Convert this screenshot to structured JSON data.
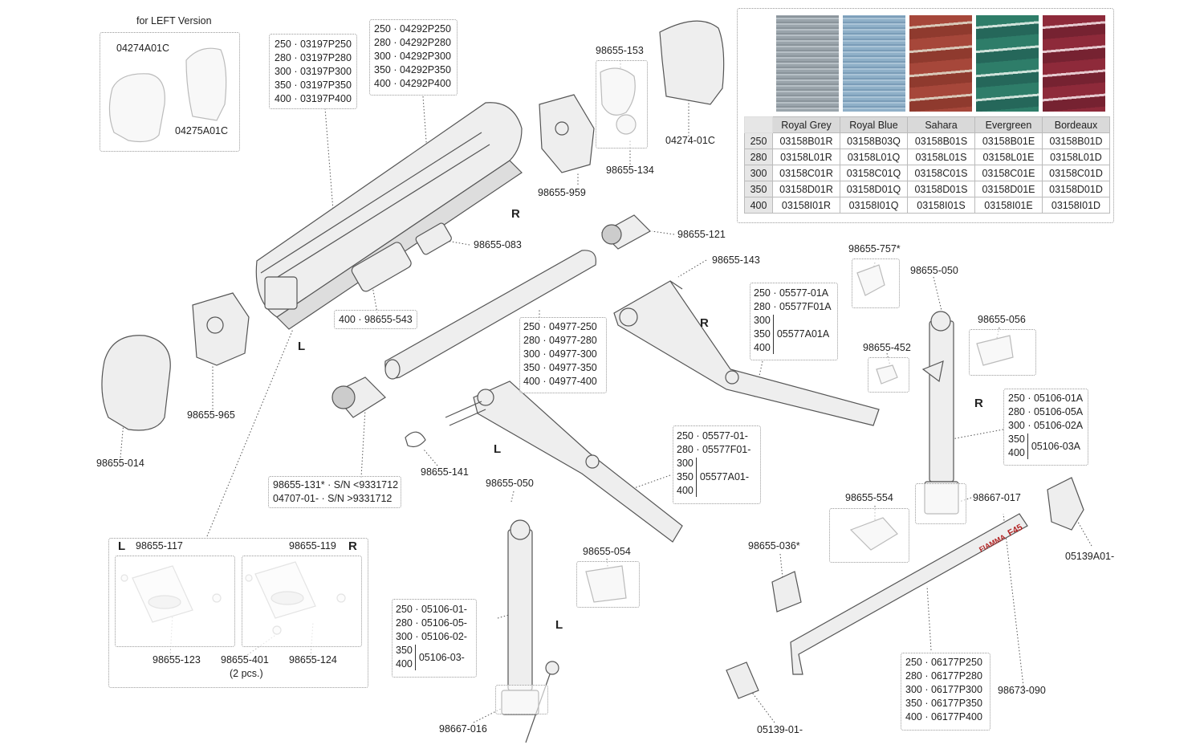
{
  "colors": {
    "royal_grey": "#9aa4ab",
    "royal_blue": "#8fb0c8",
    "sahara": "#a6473a",
    "evergreen": "#2e7d69",
    "bordeaux": "#8e2a3a",
    "part_fill": "#eeeeee",
    "part_stroke": "#555555"
  },
  "left_version": {
    "title": "for LEFT Version",
    "part_a": "04274A01C",
    "part_b": "04275A01C"
  },
  "case_codes": [
    "250 · 03197P250",
    "280 · 03197P280",
    "300 · 03197P300",
    "350 · 03197P350",
    "400 · 03197P400"
  ],
  "front_codes": [
    "250 · 04292P250",
    "280 · 04292P280",
    "300 · 04292P300",
    "350 · 04292P350",
    "400 · 04292P400"
  ],
  "tube_codes": [
    "250 · 04977-250",
    "280 · 04977-280",
    "300 · 04977-300",
    "350 · 04977-350",
    "400 · 04977-400"
  ],
  "parts": {
    "p153": "98655-153",
    "p134": "98655-134",
    "p959": "98655-959",
    "p04274": "04274-01C",
    "p083": "98655-083",
    "p121": "98655-121",
    "p143": "98655-143",
    "p543": "400 · 98655-543",
    "p965": "98655-965",
    "p014": "98655-014",
    "p141": "98655-141",
    "p131a": "98655-131* · S/N <9331712",
    "p131b": "04707-01- · S/N >9331712",
    "p757": "98655-757*",
    "p050r": "98655-050",
    "p056": "98655-056",
    "p452": "98655-452",
    "p050l": "98655-050",
    "p054": "98655-054",
    "p554": "98655-554",
    "p017": "98667-017",
    "p036": "98655-036*",
    "p05139a": "05139A01-",
    "p016": "98667-016",
    "p05139": "05139-01-",
    "p090": "98673-090",
    "p117": "98655-117",
    "p119": "98655-119",
    "p123": "98655-123",
    "p401": "98655-401",
    "p401note": "(2 pcs.)",
    "p124": "98655-124"
  },
  "arm_r": {
    "lines": [
      "250 · 05577-01A",
      "280 · 05577F01A"
    ],
    "group_sizes": [
      "300",
      "350",
      "400"
    ],
    "group_code": "05577A01A"
  },
  "arm_l": {
    "lines": [
      "250 · 05577-01-",
      "280 · 05577F01-"
    ],
    "group_sizes": [
      "300",
      "350",
      "400"
    ],
    "group_code": "05577A01-"
  },
  "leg_r": {
    "lines": [
      "250 · 05106-01A",
      "280 · 05106-05A",
      "300 · 05106-02A"
    ],
    "group_sizes": [
      "350",
      "400"
    ],
    "group_code": "05106-03A"
  },
  "leg_l": {
    "lines": [
      "250 · 05106-01-",
      "280 · 05106-05-",
      "300 · 05106-02-"
    ],
    "group_sizes": [
      "350",
      "400"
    ],
    "group_code": "05106-03-"
  },
  "bar_codes": [
    "250 · 06177P250",
    "280 · 06177P280",
    "300 · 06177P300",
    "350 · 06177P350",
    "400 · 06177P400"
  ],
  "side_marks": {
    "r1": "R",
    "l1": "L",
    "r2": "R",
    "l2": "L",
    "r3": "R",
    "l3": "L",
    "box_l": "L",
    "box_r": "R"
  },
  "brand": {
    "name": "FIAMMA",
    "model": "F45"
  },
  "fabric_table": {
    "headers": [
      "Royal Grey",
      "Royal Blue",
      "Sahara",
      "Evergreen",
      "Bordeaux"
    ],
    "rows": [
      {
        "size": "250",
        "codes": [
          "03158B01R",
          "03158B03Q",
          "03158B01S",
          "03158B01E",
          "03158B01D"
        ]
      },
      {
        "size": "280",
        "codes": [
          "03158L01R",
          "03158L01Q",
          "03158L01S",
          "03158L01E",
          "03158L01D"
        ]
      },
      {
        "size": "300",
        "codes": [
          "03158C01R",
          "03158C01Q",
          "03158C01S",
          "03158C01E",
          "03158C01D"
        ]
      },
      {
        "size": "350",
        "codes": [
          "03158D01R",
          "03158D01Q",
          "03158D01S",
          "03158D01E",
          "03158D01D"
        ]
      },
      {
        "size": "400",
        "codes": [
          "03158I01R",
          "03158I01Q",
          "03158I01S",
          "03158I01E",
          "03158I01D"
        ]
      }
    ]
  }
}
